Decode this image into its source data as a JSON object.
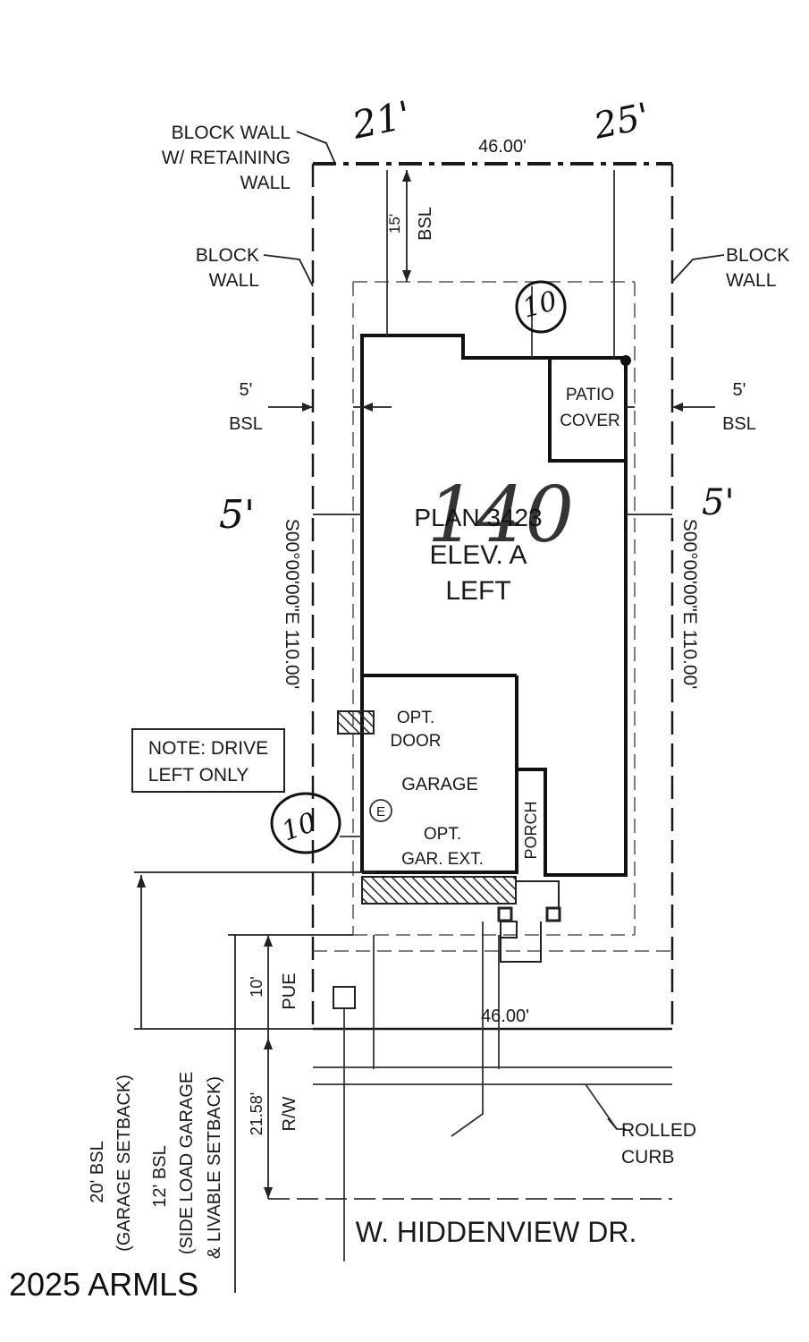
{
  "labels": {
    "block_wall_retaining": [
      "BLOCK WALL",
      "W/ RETAINING",
      "WALL"
    ],
    "block_wall_left": [
      "BLOCK",
      "WALL"
    ],
    "block_wall_right": [
      "BLOCK",
      "WALL"
    ],
    "top_width": "46.00'",
    "bottom_width": "46.00'",
    "rear_setback_value": "15'",
    "rear_setback_label": "BSL",
    "left_setback_value": "5'",
    "left_setback_label": "BSL",
    "right_setback_value": "5'",
    "right_setback_label": "BSL",
    "patio_cover": [
      "PATIO",
      "COVER"
    ],
    "plan": [
      "PLAN 3423",
      "ELEV. A",
      "LEFT"
    ],
    "left_bearing": "S00°00'00\"E 110.00'",
    "right_bearing": "S00°00'00\"E 110.00'",
    "note": [
      "NOTE: DRIVE",
      "LEFT ONLY"
    ],
    "opt_door": [
      "OPT.",
      "DOOR"
    ],
    "garage": "GARAGE",
    "opt_gar_ext": [
      "OPT.",
      "GAR. EXT."
    ],
    "e_symbol": "E",
    "porch": "PORCH",
    "pue_value": "10'",
    "pue_label": "PUE",
    "rw_value": "21.58'",
    "rw_label": "R/W",
    "rolled_curb": [
      "ROLLED",
      "CURB"
    ],
    "garage_setback": [
      "20' BSL",
      "(GARAGE SETBACK)"
    ],
    "side_load_setback": [
      "12' BSL",
      "(SIDE LOAD GARAGE",
      "& LIVABLE SETBACK)"
    ],
    "street": "W. HIDDENVIEW DR.",
    "watermark": "2025 ARMLS"
  },
  "handwritten": {
    "top_left": "21'",
    "top_right": "25'",
    "rear": "10",
    "left_side": "5'",
    "right_side": "5'",
    "lot": "140",
    "garage_front": "10"
  }
}
